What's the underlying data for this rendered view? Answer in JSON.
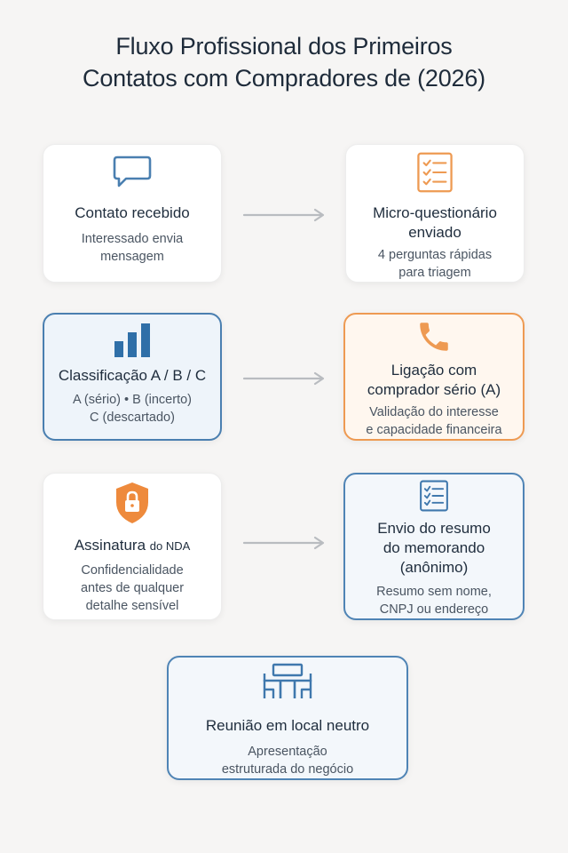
{
  "title": {
    "line1": "Fluxo Profissional dos Primeiros",
    "line2": "Contatos com Compradores de (2026)"
  },
  "steps": [
    {
      "icon": "chat-bubble-icon",
      "title": "Contato recebido",
      "desc1": "Interessado envia",
      "desc2": "mensagem"
    },
    {
      "icon": "checklist-icon",
      "title1": "Micro-questionário",
      "title2": "enviado",
      "desc1": "4 perguntas rápidas",
      "desc2": "para triagem"
    },
    {
      "icon": "bar-chart-icon",
      "title": "Classificação A / B / C",
      "desc1": "A (sério) • B (incerto)",
      "desc2": "C (descartado)"
    },
    {
      "icon": "phone-icon",
      "title1": "Ligação com",
      "title2": "comprador sério (A)",
      "desc1": "Validação do interesse",
      "desc2": "e capacidade financeira"
    },
    {
      "icon": "lock-shield-icon",
      "title_main": "Assinatura",
      "title_small": "do NDA",
      "desc1": "Confidencialidade",
      "desc2": "antes de qualquer",
      "desc3": "detalhe sensível"
    },
    {
      "icon": "checklist-icon",
      "title1": "Envio do resumo",
      "title2": "do memorando",
      "title3": "(anônimo)",
      "desc1": "Resumo sem nome,",
      "desc2": "CNPJ ou endereço"
    },
    {
      "icon": "meeting-table-icon",
      "title": "Reunião em local neutro",
      "desc1": "Apresentação",
      "desc2": "estruturada do negócio"
    }
  ],
  "colors": {
    "blue": "#4a7fb0",
    "orange": "#ee9a52",
    "arrow": "#b9bcc0"
  }
}
